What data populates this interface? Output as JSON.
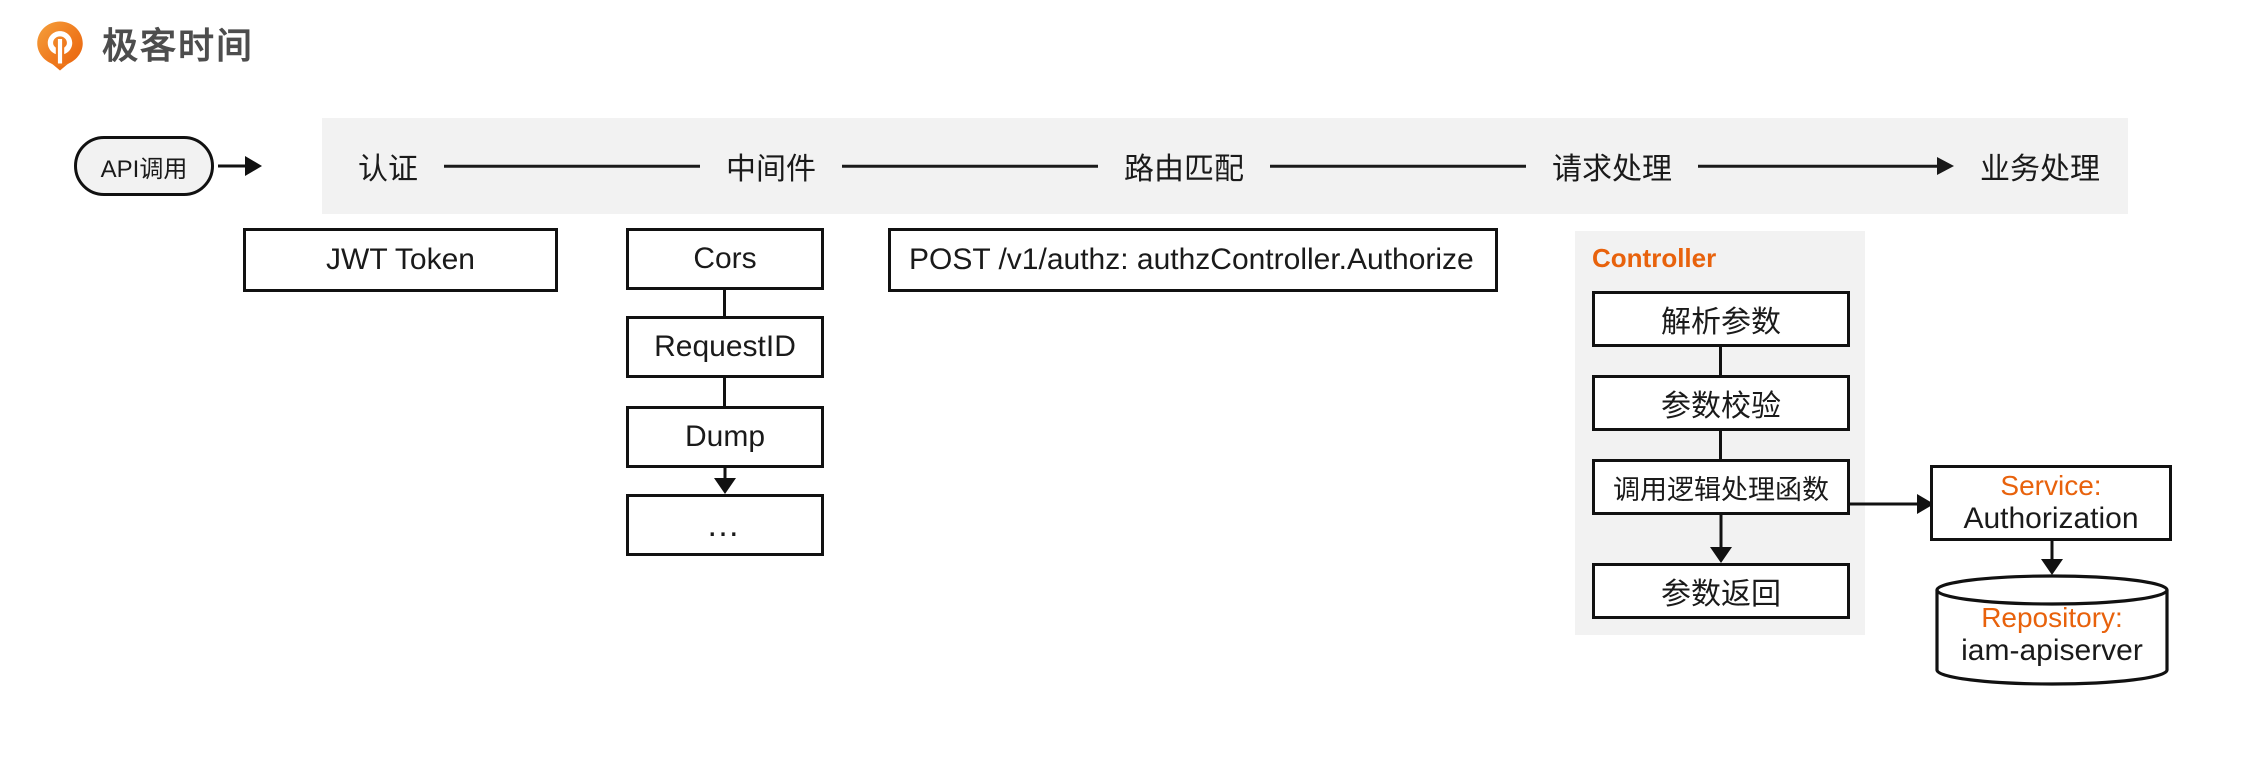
{
  "brand": {
    "name": "极客时间",
    "logo_icon": "geektime-logo-icon",
    "logo_color": "#ee7622"
  },
  "entry": {
    "pill_label": "API调用",
    "arrow_icon": "arrow-right-icon"
  },
  "pipeline": {
    "stages": [
      {
        "label": "认证"
      },
      {
        "label": "中间件"
      },
      {
        "label": "路由匹配"
      },
      {
        "label": "请求处理"
      },
      {
        "label": "业务处理"
      }
    ],
    "band_color": "#f2f2f2"
  },
  "auth": {
    "box_label": "JWT Token"
  },
  "middleware": {
    "items": [
      {
        "label": "Cors"
      },
      {
        "label": "RequestID"
      },
      {
        "label": "Dump"
      },
      {
        "label": "…"
      }
    ]
  },
  "route": {
    "method": "POST",
    "path_handler": "/v1/authz: authzController.Authorize",
    "full_label": "POST  /v1/authz: authzController.Authorize"
  },
  "controller": {
    "title": "Controller",
    "title_color": "#e8620c",
    "panel_color": "#f2f2f2",
    "steps": [
      {
        "label": "解析参数"
      },
      {
        "label": "参数校验"
      },
      {
        "label": "调用逻辑处理函数"
      },
      {
        "label": "参数返回"
      }
    ]
  },
  "service": {
    "accent_label": "Service:",
    "name_label": "Authorization",
    "accent_color": "#e8620c"
  },
  "repository": {
    "accent_label": "Repository:",
    "name_label": "iam-apiserver",
    "accent_color": "#e8620c",
    "shape": "cylinder"
  }
}
